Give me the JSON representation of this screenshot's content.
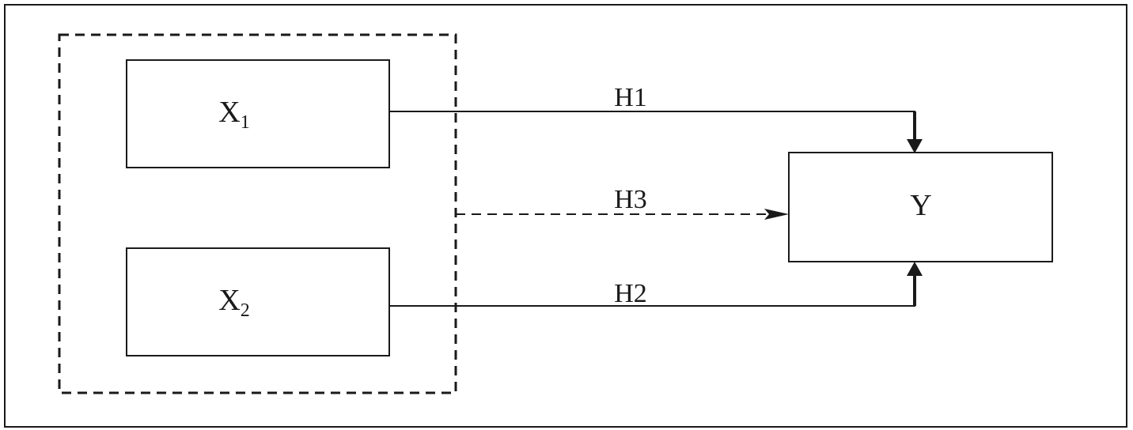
{
  "diagram": {
    "nodes": {
      "x1": {
        "label": "X",
        "subscript": "1"
      },
      "x2": {
        "label": "X",
        "subscript": "2"
      },
      "y": {
        "label": "Y"
      }
    },
    "edges": {
      "h1": {
        "label": "H1",
        "from": "X1",
        "to": "Y",
        "style": "solid"
      },
      "h2": {
        "label": "H2",
        "from": "X2",
        "to": "Y",
        "style": "solid"
      },
      "h3": {
        "label": "H3",
        "from": "X1 and X2 (joint)",
        "to": "Y",
        "style": "dashed"
      }
    },
    "colors": {
      "stroke": "#1a1a1a",
      "background": "#ffffff"
    }
  }
}
